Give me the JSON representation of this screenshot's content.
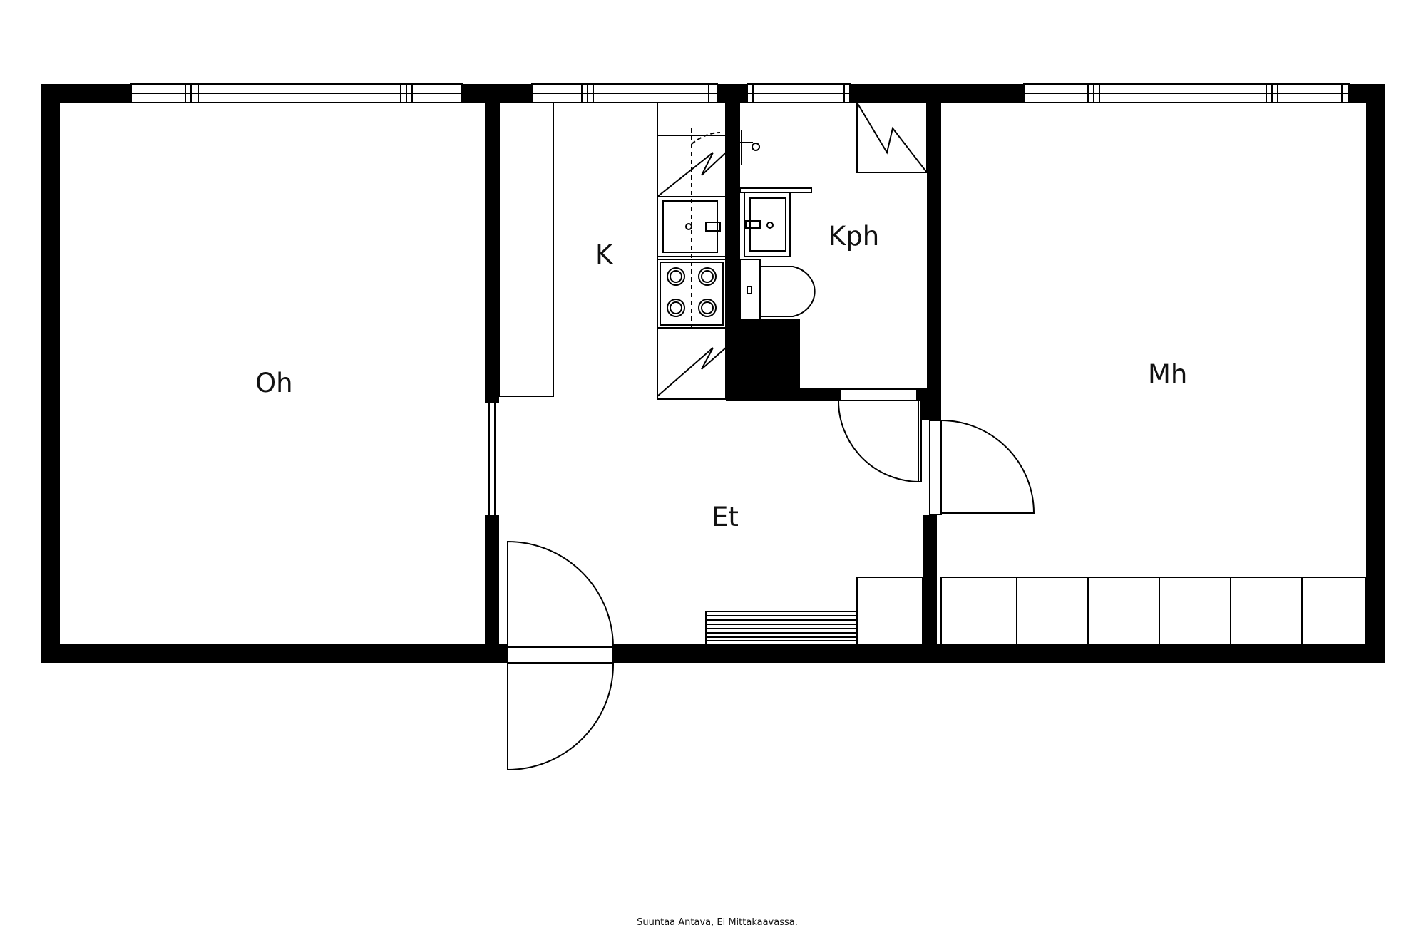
{
  "rooms": {
    "oh": "Oh",
    "k": "K",
    "kph": "Kph",
    "mh": "Mh",
    "et": "Et"
  },
  "caption": "Suuntaa Antava, Ei Mittakaavassa.",
  "colors": {
    "wall": "#000000",
    "line": "#000000",
    "background": "#ffffff"
  }
}
